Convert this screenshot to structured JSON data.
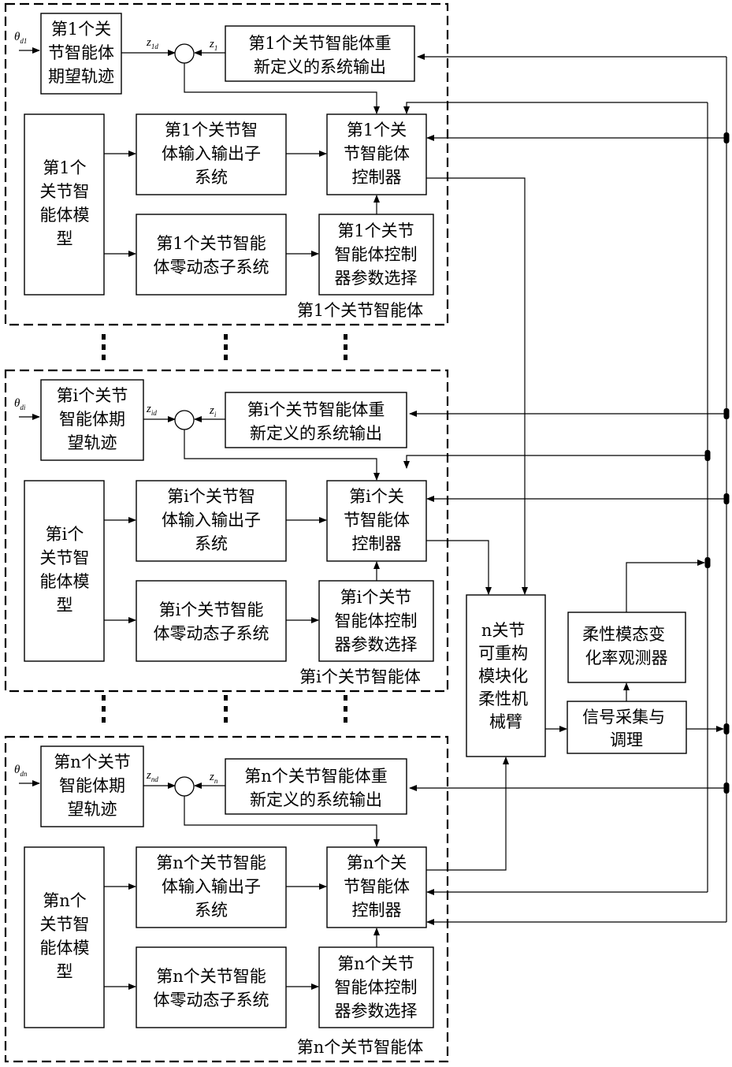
{
  "agents": [
    {
      "title": "第1个关节智能体",
      "theta": "θ",
      "theta_sub": "d1",
      "zd": "z",
      "zd_sub": "1d",
      "z": "z",
      "z_sub": "1",
      "trajectory": [
        "第1个关",
        "节智能体",
        "期望轨迹"
      ],
      "output": [
        "第1个关节智能体重",
        "新定义的系统输出"
      ],
      "model": [
        "第1个",
        "关节智",
        "能体模",
        "型"
      ],
      "io": [
        "第1个关节智",
        "体输入输出子",
        "系统"
      ],
      "zero": [
        "第1个关节智能",
        "体零动态子系统"
      ],
      "controller": [
        "第1个关",
        "节智能体",
        "控制器"
      ],
      "param": [
        "第1个关节",
        "智能体控制",
        "器参数选择"
      ]
    },
    {
      "title": "第i个关节智能体",
      "theta": "θ",
      "theta_sub": "di",
      "zd": "z",
      "zd_sub": "id",
      "z": "z",
      "z_sub": "i",
      "trajectory": [
        "第i个关节",
        "智能体期",
        "望轨迹"
      ],
      "output": [
        "第i个关节智能体重",
        "新定义的系统输出"
      ],
      "model": [
        "第i个",
        "关节智",
        "能体模",
        "型"
      ],
      "io": [
        "第i个关节智",
        "体输入输出子",
        "系统"
      ],
      "zero": [
        "第i个关节智能",
        "体零动态子系统"
      ],
      "controller": [
        "第i个关",
        "节智能体",
        "控制器"
      ],
      "param": [
        "第i个关节",
        "智能体控制",
        "器参数选择"
      ]
    },
    {
      "title": "第n个关节智能体",
      "theta": "θ",
      "theta_sub": "dn",
      "zd": "z",
      "zd_sub": "nd",
      "z": "z",
      "z_sub": "n",
      "trajectory": [
        "第n个关节",
        "智能体期",
        "望轨迹"
      ],
      "output": [
        "第n个关节智能体重",
        "新定义的系统输出"
      ],
      "model": [
        "第n个",
        "关节智",
        "能体模",
        "型"
      ],
      "io": [
        "第n个关节智能",
        "体输入输出子",
        "系统"
      ],
      "zero": [
        "第n个关节智能",
        "体零动态子系统"
      ],
      "controller": [
        "第n个关",
        "节智能体",
        "控制器"
      ],
      "param": [
        "第n个关节",
        "智能体控制",
        "器参数选择"
      ]
    }
  ],
  "arm": [
    "n关节",
    "可重构",
    "模块化",
    "柔性机",
    "械臂"
  ],
  "observer": [
    "柔性模态变",
    "化率观测器"
  ],
  "signal": [
    "信号采集与",
    "调理"
  ]
}
